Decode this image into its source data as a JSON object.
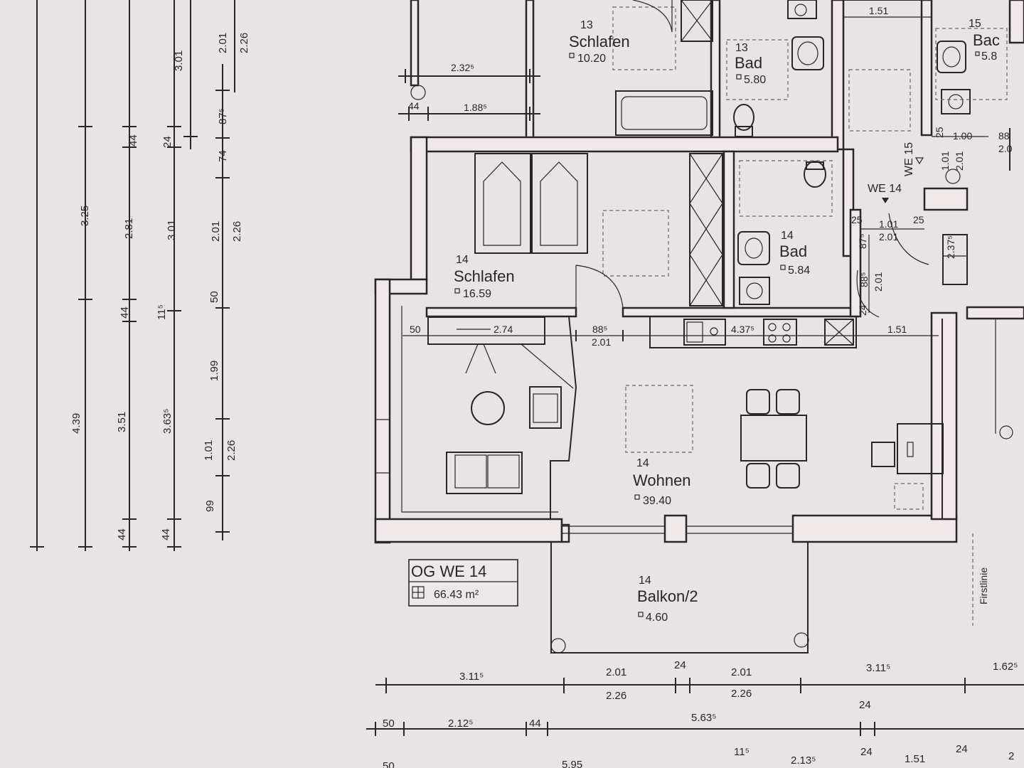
{
  "rooms": {
    "schlafen13": {
      "num": "13",
      "name": "Schlafen",
      "area": "10.20"
    },
    "bad13": {
      "num": "13",
      "name": "Bad",
      "area": "5.80"
    },
    "bad15": {
      "num": "15",
      "name": "Bac",
      "area": "5.8"
    },
    "schlafen14": {
      "num": "14",
      "name": "Schlafen",
      "area": "16.59"
    },
    "bad14": {
      "num": "14",
      "name": "Bad",
      "area": "5.84"
    },
    "wohnen14": {
      "num": "14",
      "name": "Wohnen",
      "area": "39.40"
    },
    "balkon14": {
      "num": "14",
      "name": "Balkon/2",
      "area": "4.60"
    }
  },
  "unit_labels": {
    "we15": "WE 15",
    "we14": "WE 14",
    "firstlinie": "Firstlinie"
  },
  "unit_box": {
    "title": "OG WE 14",
    "area": "66.43 m²"
  },
  "dims": {
    "d_232": "2.32⁵",
    "d_44a": "44",
    "d_188": "1.88⁵",
    "d_151a": "1.51",
    "d_100": "1.00",
    "d_88a": "88",
    "d_2top": "2.0",
    "d_25a": "25",
    "d_101a": "1.01",
    "d_201a": "2.01",
    "d_25b": "25",
    "d_25c": "25",
    "d_101b": "1.01",
    "d_201b": "2.01",
    "d_87": "87⁵",
    "d_88b": "88⁵",
    "d_201c": "2.01",
    "d_24a": "24",
    "d_237": "2.37⁵",
    "d_50a": "50",
    "d_274": "2.74",
    "d_885": "88⁵",
    "d_201d": "2.01",
    "d_437": "4.37⁵",
    "d_151b": "1.51",
    "v_439": "4.39",
    "v_325": "3.25",
    "v_351": "3.51",
    "v_281": "2.81",
    "v_44a": "44",
    "v_44b": "44",
    "v_44c": "44",
    "v_363": "3.63⁵",
    "v_301a": "3.01",
    "v_301b": "3.01",
    "v_24a": "24",
    "v_115": "11⁵",
    "v_44d": "44",
    "v_201a": "2.01",
    "v_226a": "2.26",
    "v_875": "87⁵",
    "v_74": "74",
    "v_201b": "2.01",
    "v_226b": "2.26",
    "v_50": "50",
    "v_199": "1.99",
    "v_101": "1.01",
    "v_226c": "2.26",
    "v_99": "99",
    "b1_3115a": "3.11⁵",
    "b1_201a": "2.01",
    "b1_226a": "2.26",
    "b1_24": "24",
    "b1_201b": "2.01",
    "b1_226b": "2.26",
    "b1_3115b": "3.11⁵",
    "b1_162": "1.62⁵",
    "b2_50": "50",
    "b2_2125": "2.12⁵",
    "b2_44": "44",
    "b2_5635": "5.63⁵",
    "b2_24": "24",
    "b3_50": "50",
    "b3_595": "5.95",
    "b3_115": "11⁵",
    "b3_2135": "2.13⁵",
    "b3_24a": "24",
    "b3_151": "1.51",
    "b3_24b": "24",
    "b3_2": "2"
  }
}
